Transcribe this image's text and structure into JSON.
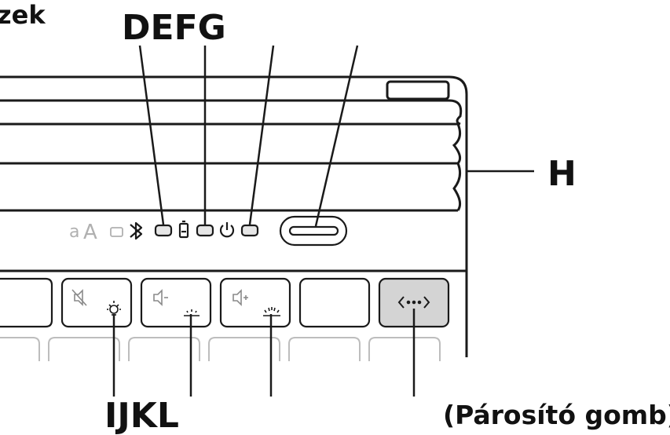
{
  "labels": {
    "top_left_fragment": "zek",
    "top_callout": "DEFG",
    "right_callout": "H",
    "bottom_left_callout": "IJKL",
    "bottom_right_callout": "(Párosító gomb)"
  },
  "indicator_row": {
    "text_size_small": "a",
    "text_size_large": "A"
  },
  "icons": {
    "status_row": [
      "text-size-icon",
      "keyboard-icon",
      "bluetooth-icon",
      "battery-icon",
      "power-icon"
    ],
    "function_keys": [
      "mute-icon",
      "brightness-icon",
      "volume-down-icon",
      "volume-up-icon",
      "pairing-arrows-icon"
    ]
  },
  "colors": {
    "line": "#1a1a1a",
    "pairing_key_fill": "#d4d4d4",
    "led_fill": "#e6e6e6",
    "background": "#ffffff"
  }
}
